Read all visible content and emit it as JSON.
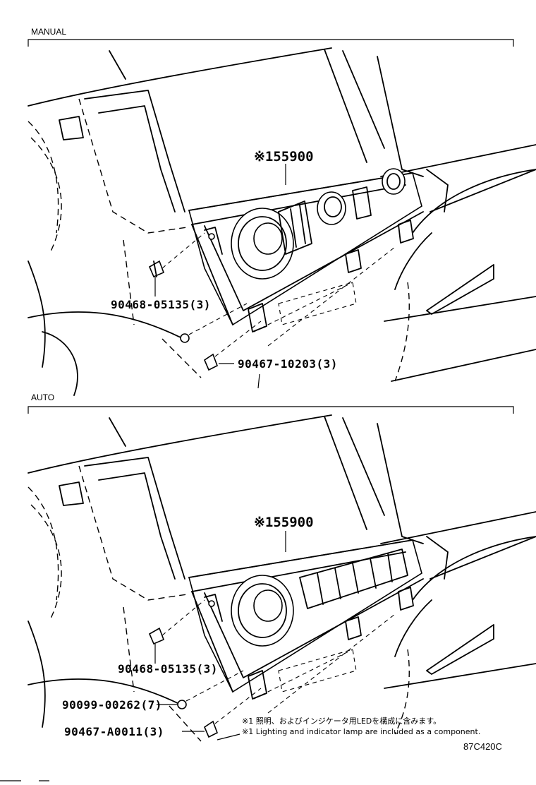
{
  "sections": [
    {
      "title": "MANUAL",
      "main_part": "※155900",
      "callouts": [
        "90468-05135(3)",
        "90467-10203(3)"
      ]
    },
    {
      "title": "AUTO",
      "main_part": "※155900",
      "callouts": [
        "90468-05135(3)",
        "90099-00262(7)",
        "90467-A0011(3)"
      ]
    }
  ],
  "notes": {
    "jp": "※1 照明、およびインジケータ用LEDを構成に含みます。",
    "en": "※1 Lighting and indicator lamp are included as a component."
  },
  "illustration_code": "87C420C"
}
